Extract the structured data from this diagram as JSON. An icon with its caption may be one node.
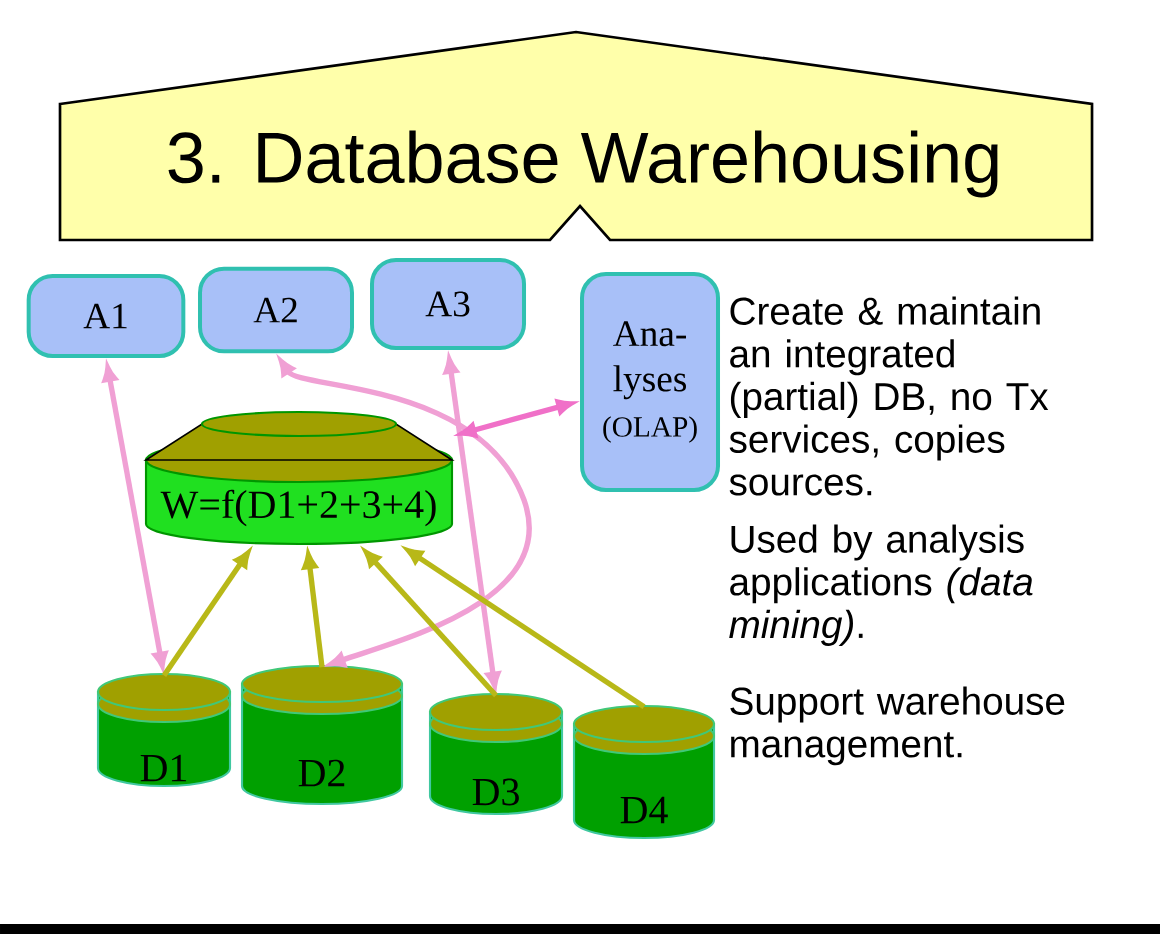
{
  "diagram": {
    "title": "3. Database Warehousing",
    "nodes": [
      {
        "text": [
          "A1"
        ]
      },
      {
        "text": [
          "A2"
        ]
      },
      {
        "text": [
          "A3"
        ]
      },
      {
        "text": [
          "Ana- lyses",
          "(OLAP)"
        ]
      },
      {
        "text": [
          "W=f(D1+2+3+4)"
        ]
      },
      {
        "text": [
          "D1"
        ]
      },
      {
        "text": [
          "D2"
        ]
      },
      {
        "text": [
          "D3"
        ]
      },
      {
        "text": [
          "D4"
        ]
      }
    ],
    "edges": [
      {
        "from": 5,
        "to": 0,
        "arrow": "both",
        "color": "#f0a0d4"
      },
      {
        "from": 6,
        "to": 1,
        "arrow": "both",
        "color": "#f0a0d4"
      },
      {
        "from": 7,
        "to": 2,
        "arrow": "both",
        "color": "#f0a0d4"
      },
      {
        "from": 4,
        "to": 3,
        "arrow": "both",
        "color": "#f070c8"
      },
      {
        "from": 5,
        "to": 4,
        "arrow": "to",
        "color": "#b8b818"
      },
      {
        "from": 6,
        "to": 4,
        "arrow": "to",
        "color": "#b8b818"
      },
      {
        "from": 7,
        "to": 4,
        "arrow": "to",
        "color": "#b8b818"
      },
      {
        "from": 8,
        "to": 4,
        "arrow": "to",
        "color": "#b8b818"
      }
    ],
    "labels": [
      "Create & maintain an integrated (partial) DB,  no Tx services, copies sources.",
      "Used by analysis applications *(data mining)*.",
      "Support warehouse management."
    ]
  }
}
